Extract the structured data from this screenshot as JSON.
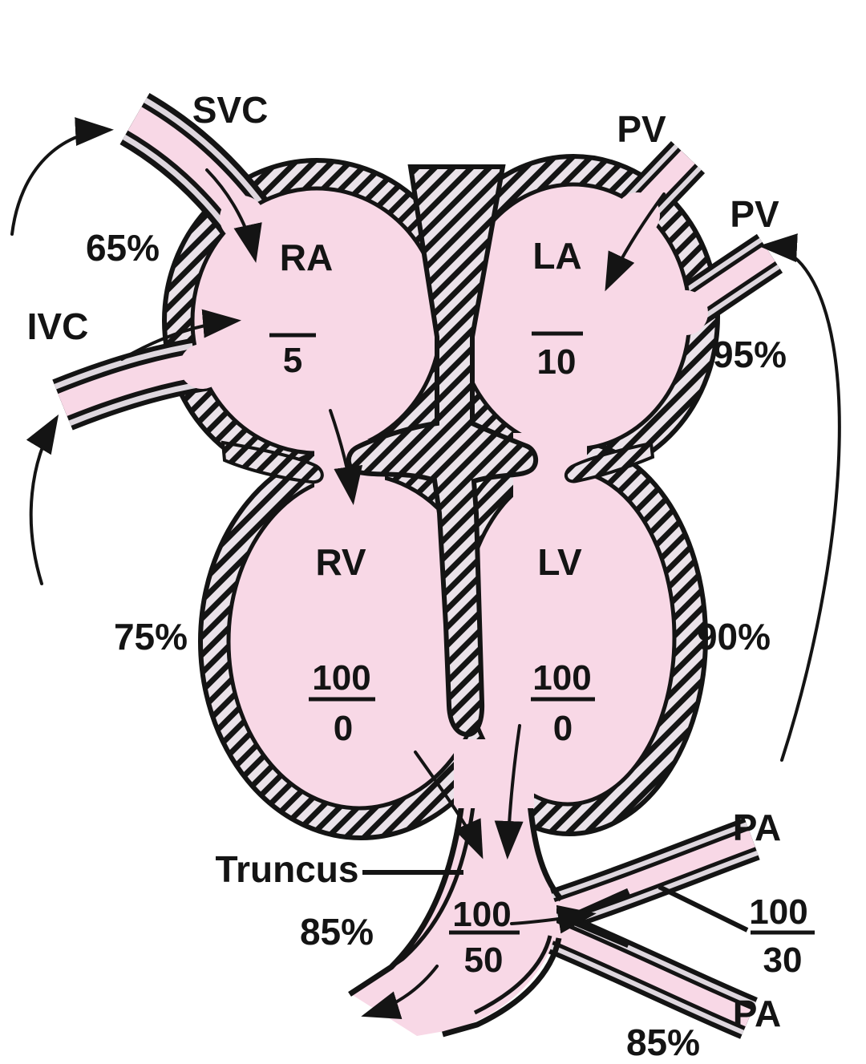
{
  "diagram": {
    "vessels": {
      "svc": "SVC",
      "ivc": "IVC",
      "pv_upper": "PV",
      "pv_right": "PV",
      "truncus": "Truncus",
      "pa_upper": "PA",
      "pa_lower": "PA"
    },
    "chambers": {
      "ra": "RA",
      "la": "LA",
      "rv": "RV",
      "lv": "LV"
    },
    "saturations": {
      "svc": "65%",
      "rv_side": "75%",
      "pv": "95%",
      "lv_side": "90%",
      "truncus": "85%",
      "pa": "85%"
    },
    "pressures": {
      "ra_mean": "5",
      "la_mean": "10",
      "rv_systolic": "100",
      "rv_diastolic": "0",
      "lv_systolic": "100",
      "lv_diastolic": "0",
      "truncus_systolic": "100",
      "truncus_diastolic": "50",
      "pa_systolic": "100",
      "pa_diastolic": "30"
    },
    "colors": {
      "blood_pool": "#f8d8e6",
      "wall_fill": "#eae2e9",
      "vessel_gap": "#ded7de",
      "outline": "#141414"
    }
  }
}
